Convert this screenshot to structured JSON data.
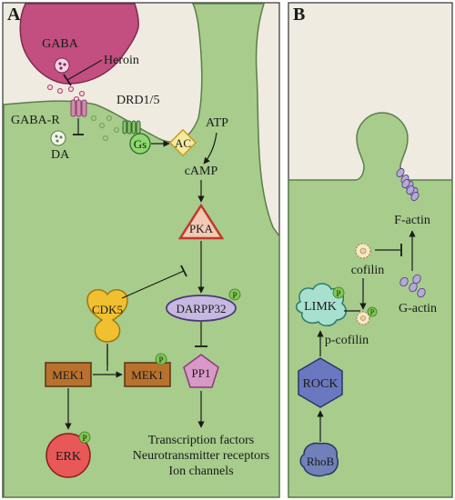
{
  "panels": {
    "a": {
      "letter": "A"
    },
    "b": {
      "letter": "B"
    }
  },
  "panel_a": {
    "gaba": "GABA",
    "heroin": "Heroin",
    "gaba_r": "GABA-R",
    "da": "DA",
    "drd": "DRD1/5",
    "gs": "Gs",
    "ac": "AC",
    "atp": "ATP",
    "camp": "cAMP",
    "pka": "PKA",
    "cdk5": "CDK5",
    "darpp": "DARPP32",
    "mek1_left": "MEK1",
    "mek1_right": "MEK1",
    "pp1": "PP1",
    "erk": "ERK",
    "targets": [
      "Transcription factors",
      "Neurotransmitter receptors",
      "Ion channels"
    ]
  },
  "panel_b": {
    "f_actin": "F-actin",
    "cofilin": "cofilin",
    "g_actin": "G-actin",
    "limk": "LIMK",
    "p_cofilin": "p-cofilin",
    "rock": "ROCK",
    "rhob": "RhoB"
  },
  "phospho": "P",
  "colors": {
    "background": "#efebe1",
    "neuron": "#a7cc8c",
    "neuron_edge": "#5c7e48",
    "presynaptic": "#c24f7f",
    "presynaptic_edge": "#7e2a52",
    "pka_red": "#c0392b",
    "kinase_yellow": "#f0c030",
    "mek_brown": "#b8722e",
    "erk_red": "#e85858",
    "darpp_purple": "#c6b8e0",
    "pp1_pink": "#d898c8",
    "rock_blue": "#6a78c0",
    "phospho_green": "#7ec850"
  }
}
